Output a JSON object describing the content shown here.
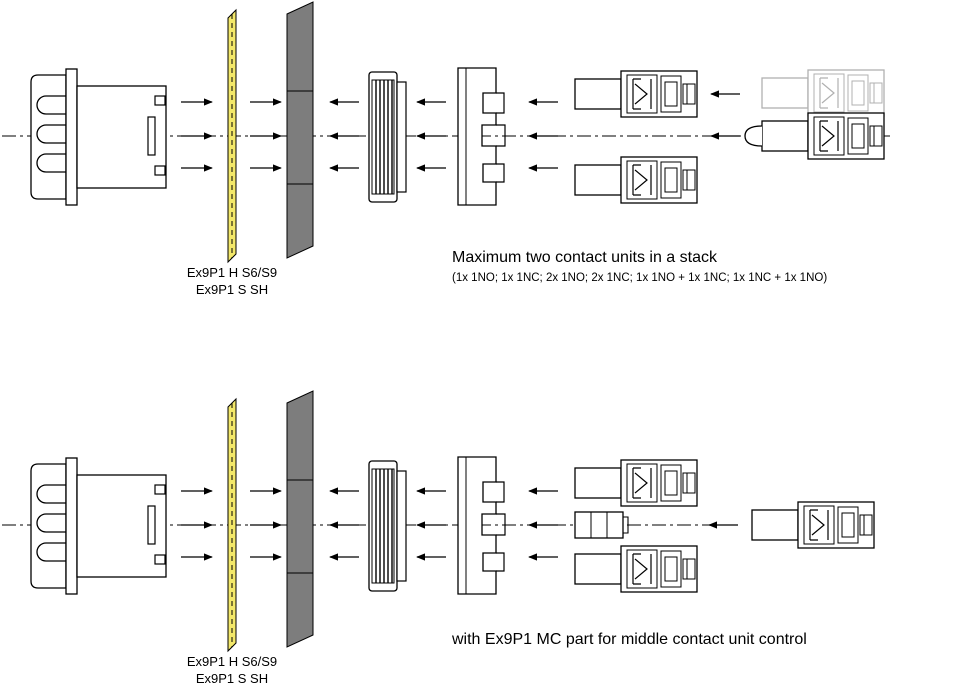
{
  "top_assembly": {
    "gasket_label_line1": "Ex9P1 H S6/S9",
    "gasket_label_line2": "Ex9P1 S SH",
    "note_title": "Maximum two contact units in a stack",
    "note_detail": "(1x 1NO; 1x 1NC; 2x 1NO; 2x 1NC; 1x 1NO + 1x 1NC; 1x 1NC + 1x 1NO)"
  },
  "bottom_assembly": {
    "gasket_label_line1": "Ex9P1 H S6/S9",
    "gasket_label_line2": "Ex9P1 S SH",
    "note_title": "with Ex9P1 MC part for middle contact unit control"
  },
  "colors": {
    "gasket": "#f3e86a",
    "panel": "#7d7d7d",
    "ghost": "#b0b0b0"
  }
}
